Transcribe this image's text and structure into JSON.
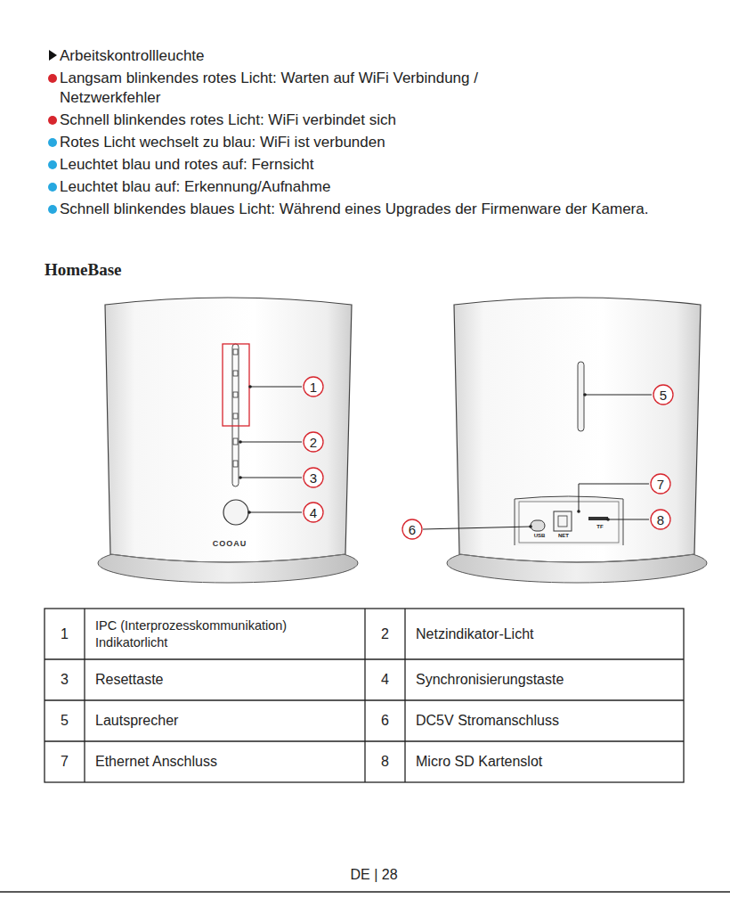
{
  "diagram": {
    "title": "HomeBase",
    "nodes": [
      {
        "text": [
          "1"
        ]
      },
      {
        "text": [
          "2"
        ]
      },
      {
        "text": [
          "3"
        ]
      },
      {
        "text": [
          "4"
        ]
      },
      {
        "text": [
          "5"
        ]
      },
      {
        "text": [
          "6"
        ]
      },
      {
        "text": [
          "7"
        ]
      },
      {
        "text": [
          "8"
        ]
      }
    ],
    "labels": [
      "Arbeitskontrollleuchte",
      "Langsam blinkendes rotes Licht: Warten auf WiFi Verbindung / Netzwerkfehler",
      "Schnell blinkendes rotes Licht: WiFi verbindet sich",
      "Rotes Licht wechselt zu blau: WiFi ist verbunden",
      "Leuchtet blau und rotes auf: Fernsicht",
      "Leuchtet blau auf: Erkennung/Aufnahme",
      "Schnell blinkendes blaues Licht: Während eines Upgrades der Firmenware der Kamera.",
      "COOAU",
      "USB",
      "NET",
      "TF",
      "1",
      "IPC (Interprozesskommunikation) Indikatorlicht",
      "2",
      "Netzindikator-Licht",
      "3",
      "Resettaste",
      "4",
      "Synchronisierungstaste",
      "5",
      "Lautsprecher",
      "6",
      "DC5V Stromanschluss",
      "7",
      "Ethernet Anschluss",
      "8",
      "Micro SD Kartenslot",
      "DE | 28"
    ]
  }
}
